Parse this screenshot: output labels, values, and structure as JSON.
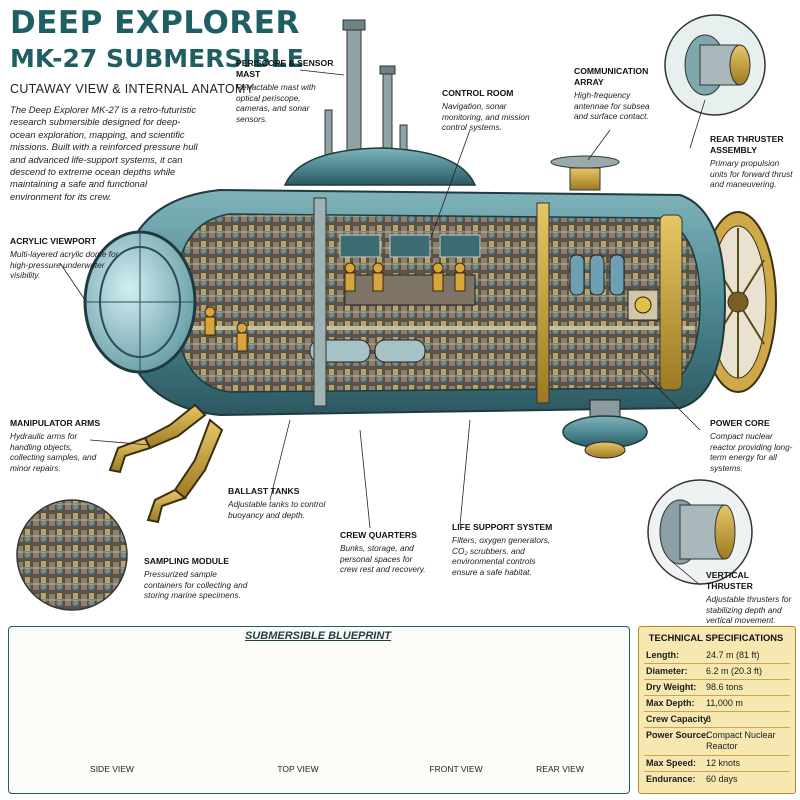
{
  "header": {
    "title_line1": "DEEP EXPLORER",
    "title_line2": "MK-27 SUBMERSIBLE",
    "subtitle": "CUTAWAY VIEW & INTERNAL ANATOMY",
    "intro": "The Deep Explorer MK-27 is a retro-futuristic research submersible designed for deep-ocean exploration, mapping, and scientific missions. Built with a reinforced pressure hull and advanced life-support systems, it can descend to extreme ocean depths while maintaining a safe and functional environment for its crew."
  },
  "callouts": {
    "periscope": {
      "title": "PERISCOPE & SENSOR MAST",
      "desc": "Retractable mast with optical periscope, cameras, and sonar sensors."
    },
    "control_room": {
      "title": "CONTROL ROOM",
      "desc": "Navigation, sonar monitoring, and mission control systems."
    },
    "communication": {
      "title": "COMMUNICATION ARRAY",
      "desc": "High-frequency antennae for subsea and surface contact."
    },
    "rear_thruster": {
      "title": "REAR THRUSTER ASSEMBLY",
      "desc": "Primary propulsion units for forward thrust and maneuvering."
    },
    "acrylic_viewport": {
      "title": "ACRYLIC VIEWPORT",
      "desc": "Multi-layered acrylic dome for high-pressure underwater visibility."
    },
    "manipulator_arms": {
      "title": "MANIPULATOR ARMS",
      "desc": "Hydraulic arms for handling objects, collecting samples, and minor repairs."
    },
    "power_core": {
      "title": "POWER CORE",
      "desc": "Compact nuclear reactor providing long-term energy for all systems."
    },
    "ballast_tanks": {
      "title": "BALLAST TANKS",
      "desc": "Adjustable tanks to control buoyancy and depth."
    },
    "crew_quarters": {
      "title": "CREW QUARTERS",
      "desc": "Bunks, storage, and personal spaces for crew rest and recovery."
    },
    "life_support": {
      "title": "LIFE SUPPORT SYSTEM",
      "desc": "Filters, oxygen generators, CO₂ scrubbers, and environmental controls ensure a safe habitat."
    },
    "sampling_module": {
      "title": "SAMPLING MODULE",
      "desc": "Pressurized sample containers for collecting and storing marine specimens."
    },
    "vertical_thruster": {
      "title": "VERTICAL THRUSTER",
      "desc": "Adjustable thrusters for stabilizing depth and vertical movement."
    }
  },
  "blueprint": {
    "title": "SUBMERSIBLE BLUEPRINT",
    "views": [
      "SIDE VIEW",
      "TOP VIEW",
      "FRONT VIEW",
      "REAR VIEW"
    ]
  },
  "specs": {
    "title": "TECHNICAL SPECIFICATIONS",
    "rows": [
      {
        "k": "Length:",
        "v": "24.7 m (81 ft)"
      },
      {
        "k": "Diameter:",
        "v": "6.2 m (20.3 ft)"
      },
      {
        "k": "Dry Weight:",
        "v": "98.6 tons"
      },
      {
        "k": "Max Depth:",
        "v": "11,000 m"
      },
      {
        "k": "Crew Capacity:",
        "v": "6"
      },
      {
        "k": "Power Source:",
        "v": "Compact Nuclear Reactor"
      },
      {
        "k": "Max Speed:",
        "v": "12 knots"
      },
      {
        "k": "Endurance:",
        "v": "60 days"
      }
    ]
  },
  "colors": {
    "hull": "#4f8a94",
    "hull_dark": "#2f5f68",
    "brass": "#c9a23a",
    "title": "#1f5f64",
    "spec_bg": "#f7e7b0"
  }
}
